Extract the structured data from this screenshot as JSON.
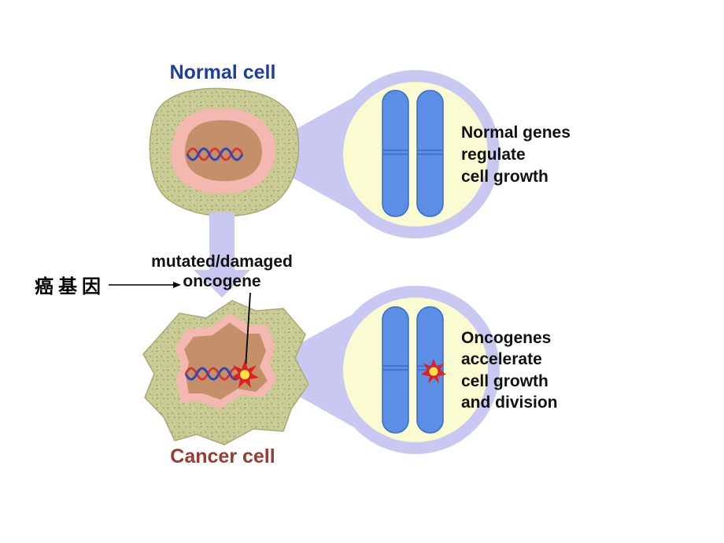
{
  "labels": {
    "normal_cell": "Normal cell",
    "cancer_cell": "Cancer cell",
    "mutated_line1": "mutated/damaged",
    "mutated_line2": "oncogene",
    "normal_genes": [
      "Normal genes",
      "regulate",
      "cell growth"
    ],
    "oncogenes": [
      "Oncogenes",
      "accelerate",
      "cell growth",
      "and division"
    ],
    "chinese_label": "癌基因"
  },
  "colors": {
    "normal_title": "#1f3f9a",
    "cancer_title": "#9a3a32",
    "cytoplasm": "#c9cc94",
    "cytoplasm_speckle": "#9a9a62",
    "nucleus_ring": "#f4b8b0",
    "nucleus": "#c4906a",
    "lens": "#c8c8f2",
    "circle_fill": "#fbfbd2",
    "chromosome": "#5b8fe6",
    "chromosome_edge": "#3a6cc8",
    "arrow": "#c8c8f2",
    "dna_red": "#d23a3a",
    "dna_blue": "#3346b5",
    "star_red": "#e21f1f",
    "star_yellow": "#ffe24a"
  }
}
